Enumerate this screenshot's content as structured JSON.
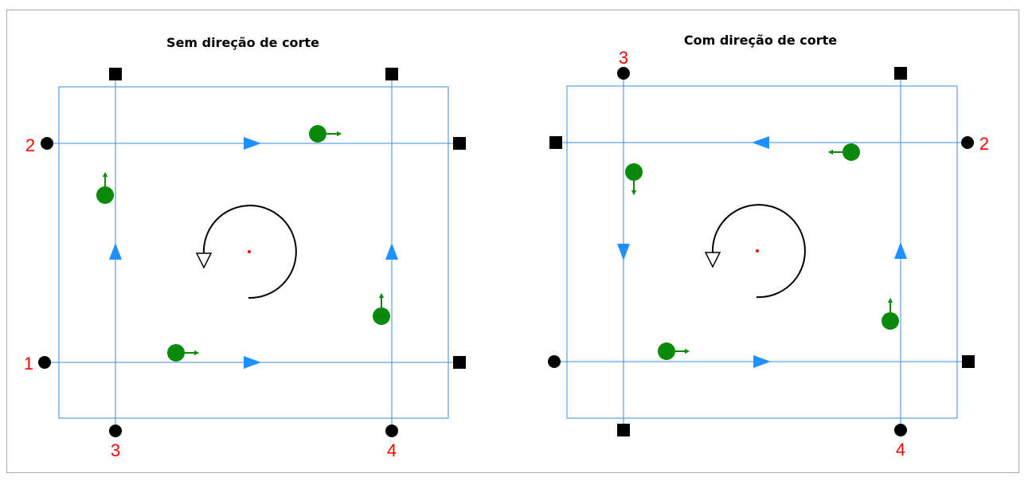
{
  "colors": {
    "frame": "#a9a9a9",
    "line": "#3b8ede",
    "arrow": "#1e90ff",
    "green": "#0a8a0a",
    "label": "#ff0000",
    "marker": "#000000"
  },
  "icons": {
    "start_marker": "circle-marker-icon",
    "end_marker": "square-marker-icon",
    "direction": "triangle-arrow-icon",
    "tool": "tool-circle-icon",
    "rotation": "rotation-arrow-icon"
  },
  "diagrams": [
    {
      "title": "Sem direção de corte",
      "labels": [
        "2",
        "1",
        "3",
        "4"
      ]
    },
    {
      "title": "Com direção de corte",
      "labels": [
        "3",
        "2",
        "4"
      ]
    }
  ]
}
